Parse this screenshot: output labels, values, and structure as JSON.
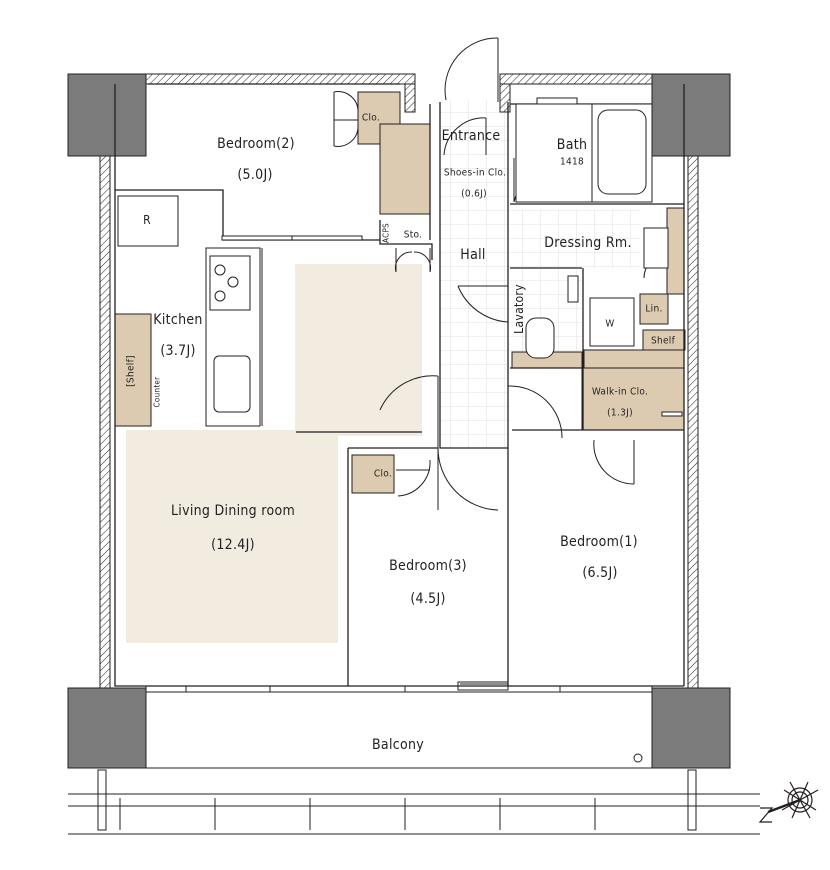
{
  "rooms": {
    "bedroom2": {
      "name": "Bedroom(2)",
      "size": "(5.0J)"
    },
    "entrance": {
      "name": "Entrance"
    },
    "shoes_closet": {
      "name": "Shoes-in Clo.",
      "size": "(0.6J)"
    },
    "bath": {
      "name": "Bath",
      "size": "1418"
    },
    "dressing": {
      "name": "Dressing Rm."
    },
    "hall": {
      "name": "Hall"
    },
    "lavatory": {
      "name": "Lavatory"
    },
    "kitchen": {
      "name": "Kitchen",
      "size": "(3.7J)"
    },
    "living": {
      "name": "Living Dining room",
      "size": "(12.4J)"
    },
    "bedroom3": {
      "name": "Bedroom(3)",
      "size": "(4.5J)"
    },
    "bedroom1": {
      "name": "Bedroom(1)",
      "size": "(6.5J)"
    },
    "walkin": {
      "name": "Walk-in Clo.",
      "size": "(1.3J)"
    },
    "balcony": {
      "name": "Balcony"
    }
  },
  "fixtures": {
    "refrigerator": "R",
    "closet_b2": "Clo.",
    "closet_b3": "Clo.",
    "storage": "Sto.",
    "acps": "ACPS",
    "shelf_kitchen": "[Shelf]",
    "counter": "Counter",
    "washer": "W",
    "linen": "Lin.",
    "shelf": "Shelf"
  },
  "colors": {
    "wall": "#231f20",
    "storage_fill": "#dccbb0",
    "living_floor": "#f1ebe0",
    "column": "#7b7b7b"
  },
  "compass": {
    "north_label": "N",
    "icon": "compass-rose-icon"
  }
}
